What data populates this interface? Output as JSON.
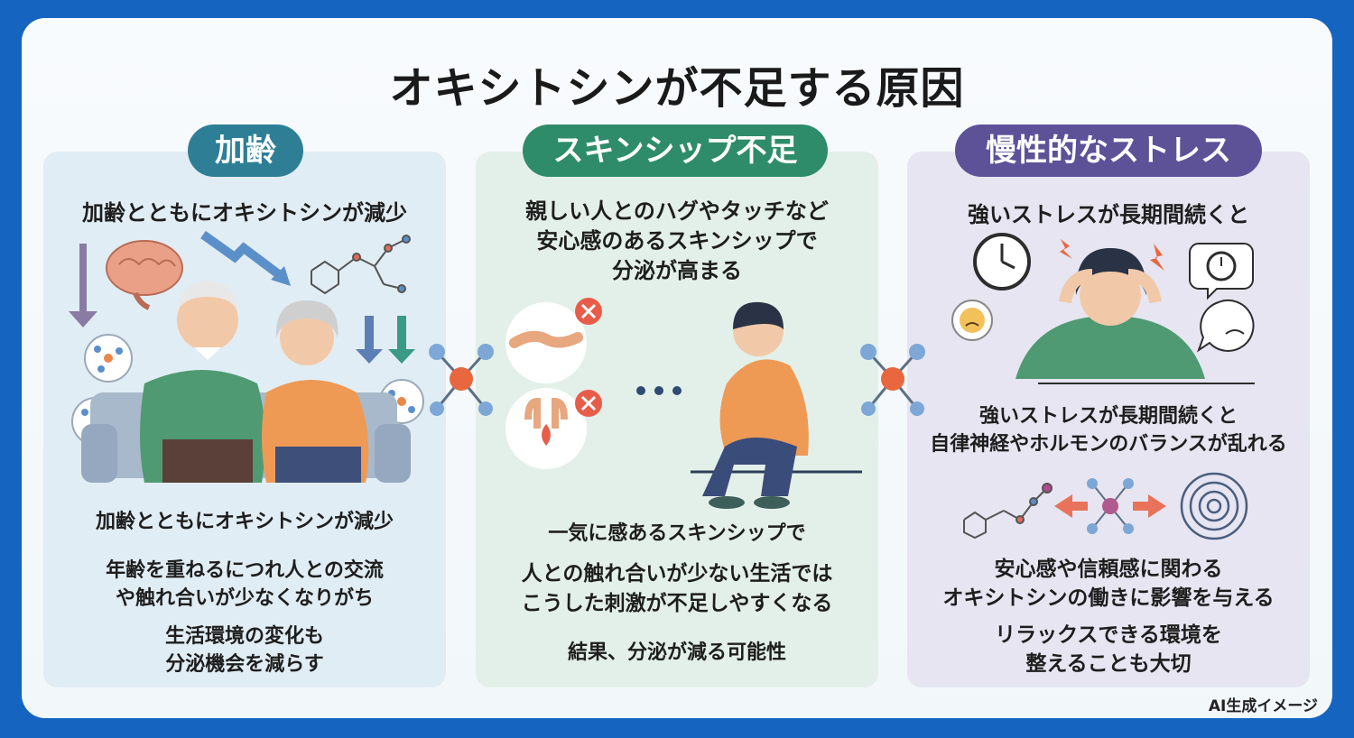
{
  "title": "オキシトシンが不足する原因",
  "sections": [
    {
      "label": "加齢",
      "heading": "加齢とともにオキシトシンが減少",
      "caption": "加齢とともにオキシトシンが減少",
      "body1": "年齢を重ねるにつれ人との交流\nや触れ合いが少なくなりがち",
      "body2": "生活環境の変化も\n分泌機会を減らす"
    },
    {
      "label": "スキンシップ不足",
      "heading": "親しい人とのハグやタッチなど\n安心感のあるスキンシップで\n分泌が高まる",
      "caption": "一気に感あるスキンシップで",
      "body1": "人との触れ合いが少ない生活では\nこうした刺激が不足しやすくなる",
      "body2": "結果、分泌が減る可能性"
    },
    {
      "label": "慢性的なストレス",
      "heading": "強いストレスが長期間続くと",
      "caption": "強いストレスが長期間続くと\n自律神経やホルモンのバランスが乱れる",
      "body1": "安心感や信頼感に関わる\nオキシトシンの働きに影響を与える",
      "body2": "リラックスできる環境を\n整えることも大切"
    }
  ],
  "credit": "AI生成イメージ",
  "colors": {
    "frame": "#1565c0",
    "aging": "#2e7f96",
    "skinship": "#2e8c6a",
    "stress": "#5d5298",
    "orange": "#e8874a",
    "green": "#4f9a73"
  },
  "icons": [
    "brain-icon",
    "down-arrow-icon",
    "molecule-icon",
    "clock-icon",
    "sad-face-icon",
    "spiral-icon",
    "x-mark-icon",
    "handshake-icon",
    "hands-icon"
  ]
}
